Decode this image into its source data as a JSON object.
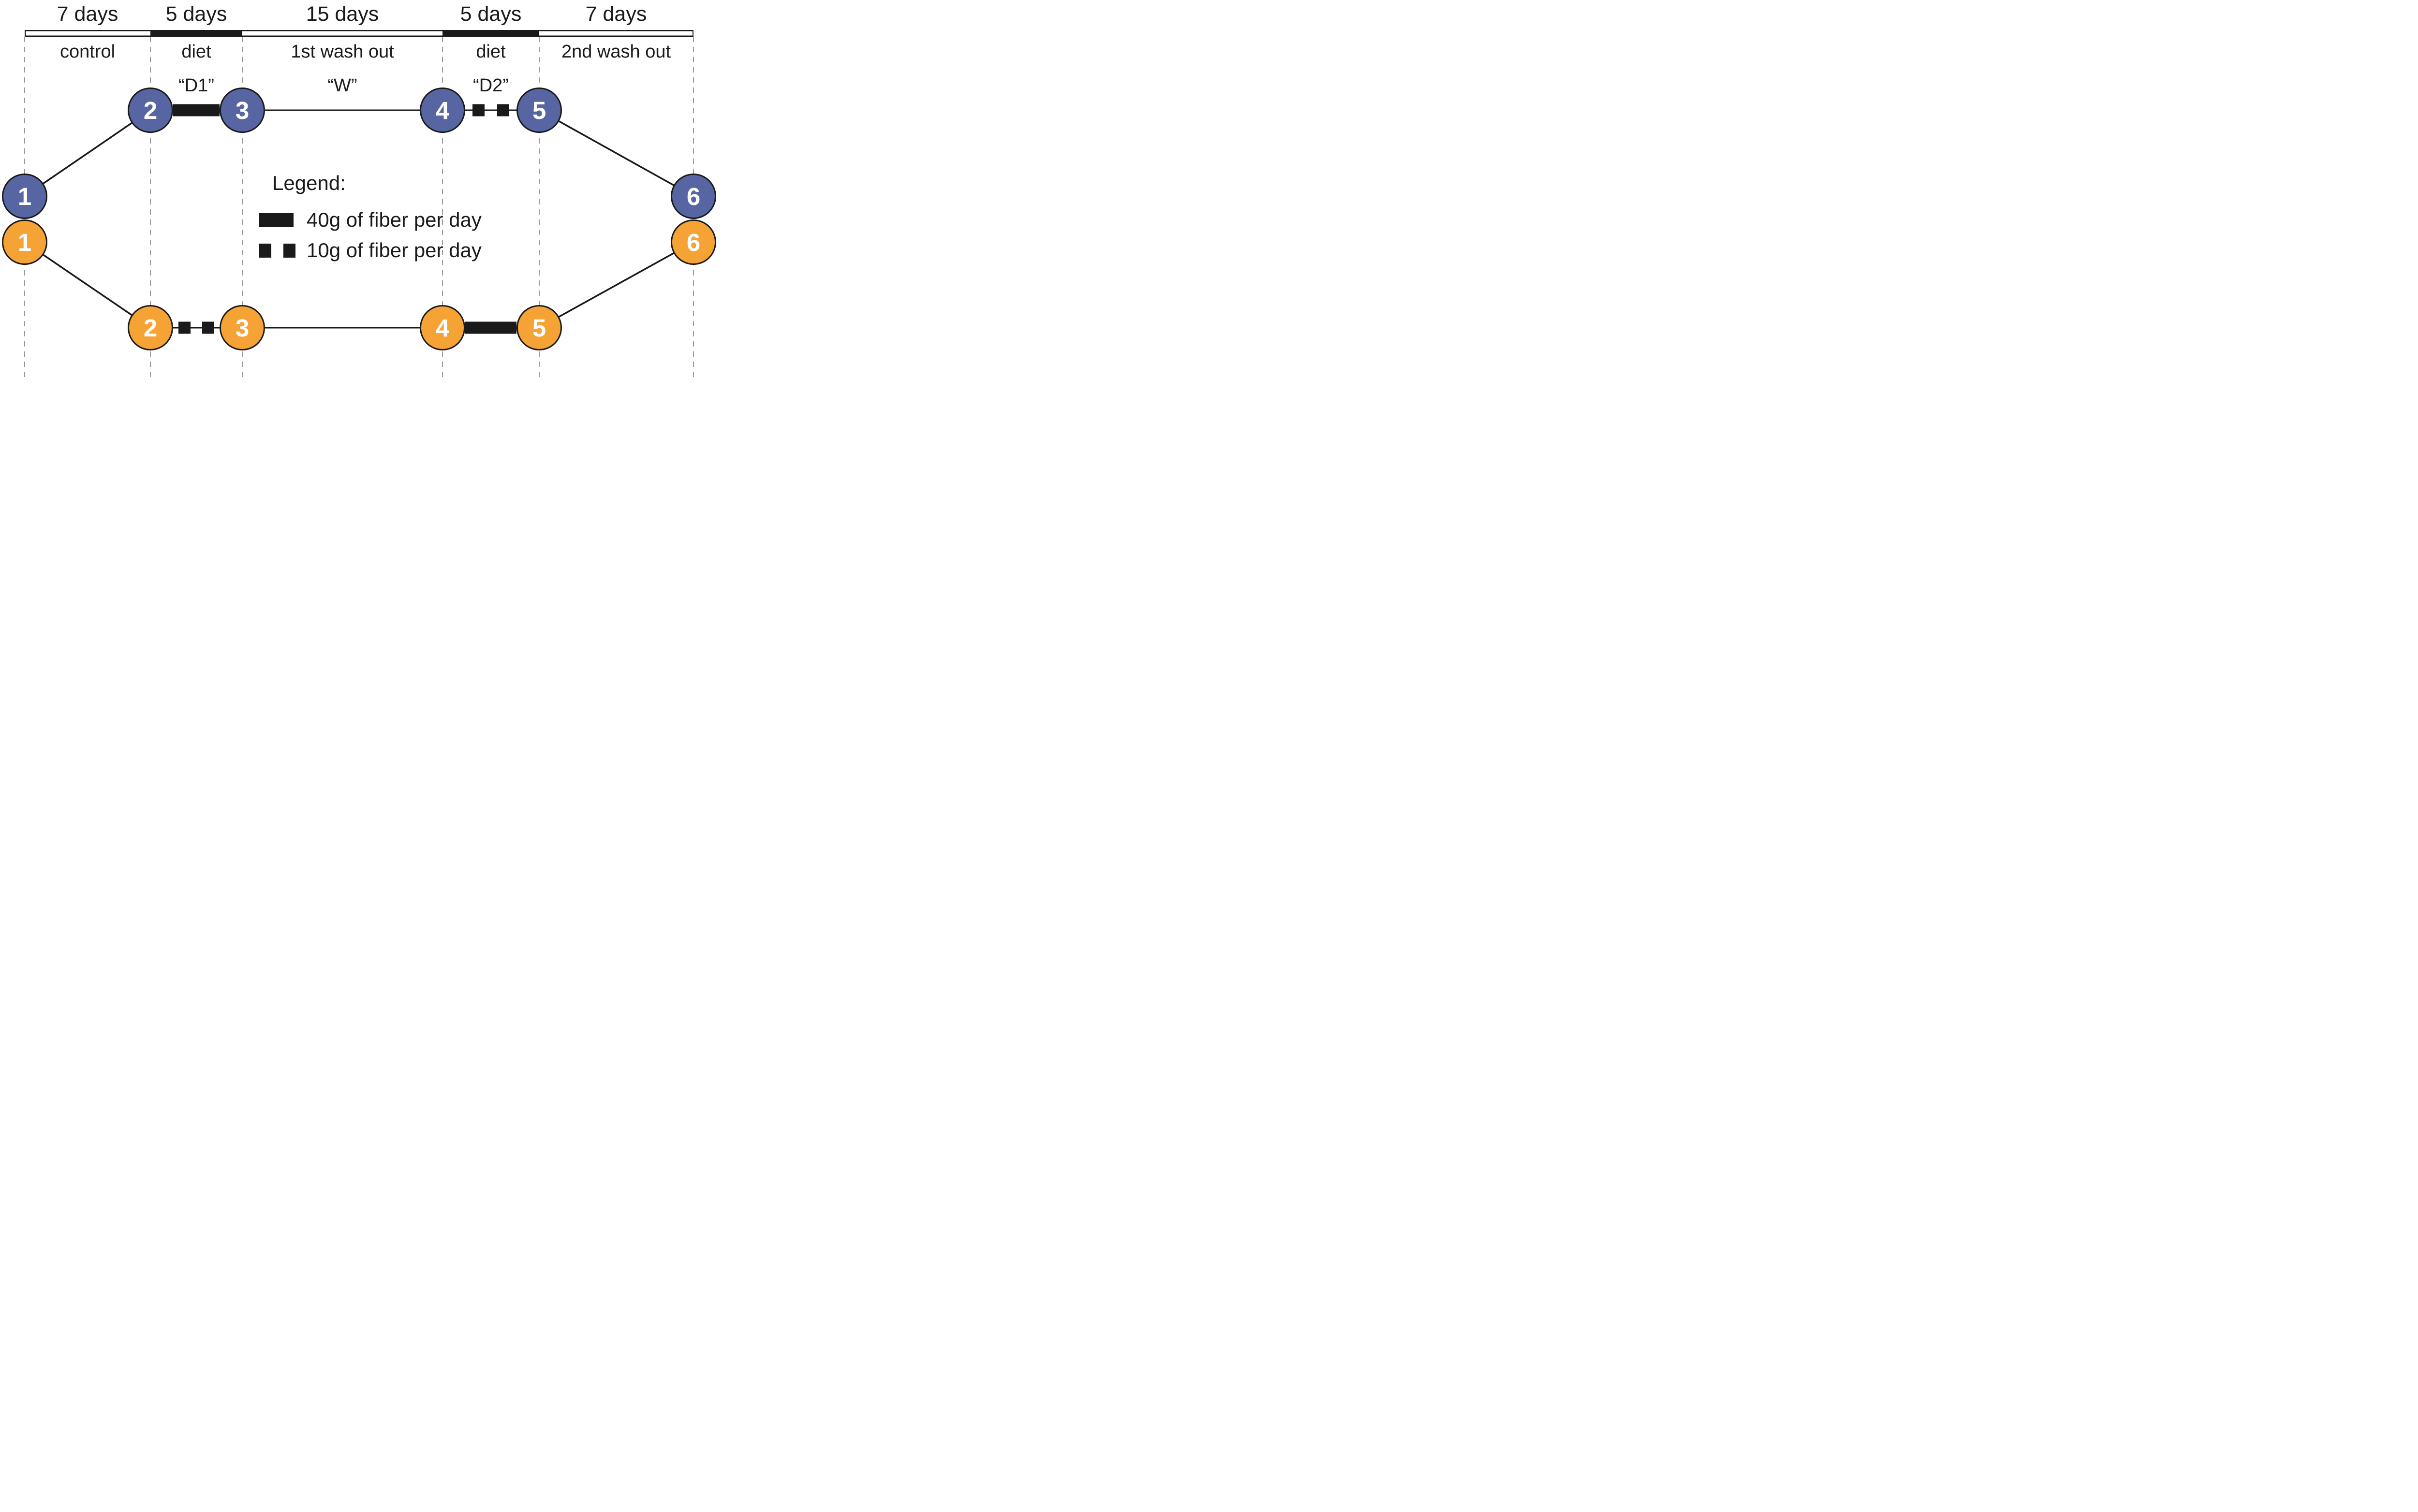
{
  "figure": {
    "type": "study-design-timeline",
    "description_visible_text_only": true
  },
  "colors": {
    "arm_blue": "#5765A3",
    "arm_orange": "#F6A336",
    "line_black": "#1a1a1a",
    "gridline_gray": "#999999",
    "background": "#ffffff",
    "node_text": "#ffffff"
  },
  "timeline": {
    "segments": [
      {
        "duration": "7 days",
        "phase": "control",
        "code": "",
        "bar_style": "white"
      },
      {
        "duration": "5 days",
        "phase": "diet",
        "code": "“D1”",
        "bar_style": "black"
      },
      {
        "duration": "15 days",
        "phase": "1st wash out",
        "code": "“W”",
        "bar_style": "white"
      },
      {
        "duration": "5 days",
        "phase": "diet",
        "code": "“D2”",
        "bar_style": "black"
      },
      {
        "duration": "7 days",
        "phase": "2nd wash out",
        "code": "",
        "bar_style": "white"
      }
    ]
  },
  "arms": {
    "blue": {
      "nodes": [
        "1",
        "2",
        "3",
        "4",
        "5",
        "6"
      ]
    },
    "orange": {
      "nodes": [
        "1",
        "2",
        "3",
        "4",
        "5",
        "6"
      ]
    }
  },
  "symbols": {
    "solid_bar_meaning": "40g of fiber per day",
    "dashed_squares_meaning": "10g of fiber per day"
  },
  "legend": {
    "title": "Legend:",
    "items": [
      {
        "symbol": "solid-bar",
        "label": "40g of fiber per day"
      },
      {
        "symbol": "dashed-squares",
        "label": "10g of fiber per day"
      }
    ]
  }
}
